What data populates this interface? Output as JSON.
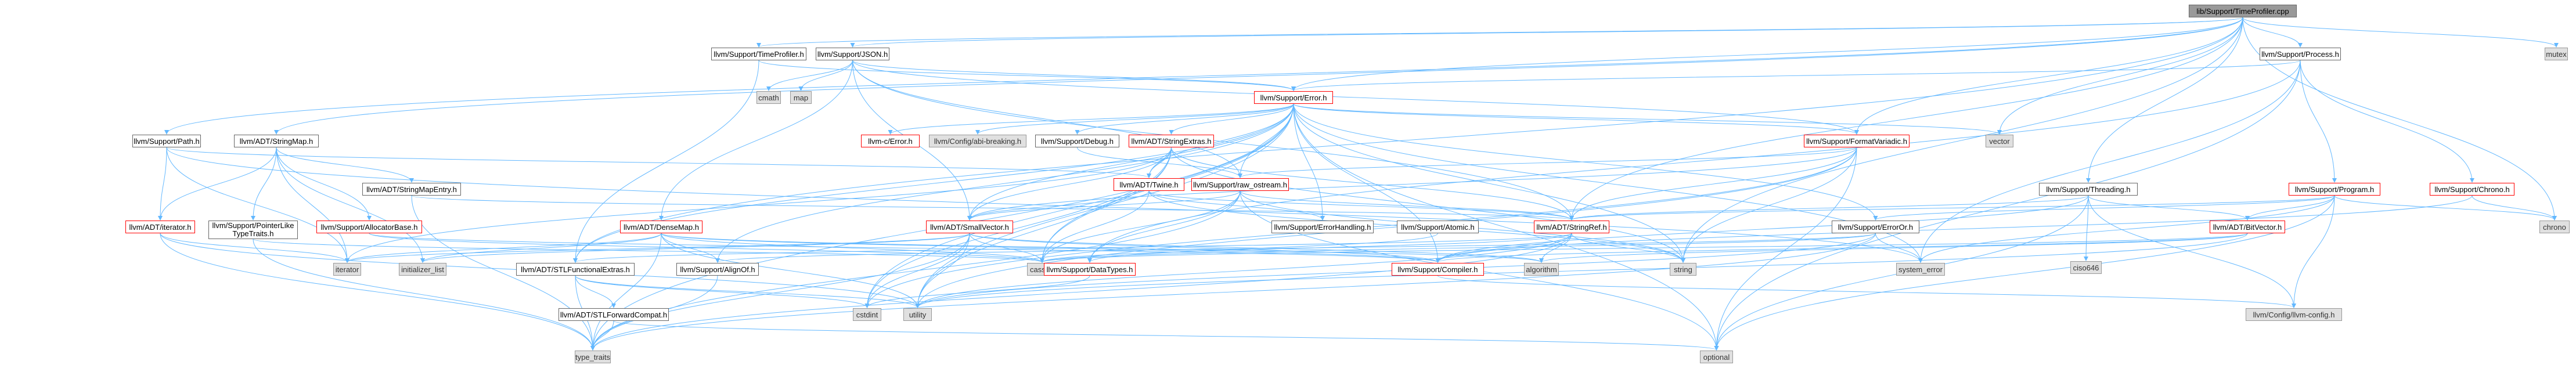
{
  "colors": {
    "edge": "#63b8ff",
    "arrow": "#63b8ff",
    "root_fill": "#999999",
    "std_fill": "#e0e0e0",
    "truncated_border": "#ff0000"
  },
  "diagram": {
    "nodes": [
      {
        "id": "root",
        "label": "lib/Support/TimeProfiler.cpp",
        "kind": "root"
      },
      {
        "id": "timeprof_h",
        "label": "llvm/Support/TimeProfiler.h",
        "kind": "plain"
      },
      {
        "id": "json",
        "label": "llvm/Support/JSON.h",
        "kind": "plain"
      },
      {
        "id": "process",
        "label": "llvm/Support/Process.h",
        "kind": "plain"
      },
      {
        "id": "mutex",
        "label": "mutex",
        "kind": "std"
      },
      {
        "id": "path",
        "label": "llvm/Support/Path.h",
        "kind": "plain"
      },
      {
        "id": "stringmap",
        "label": "llvm/ADT/StringMap.h",
        "kind": "plain"
      },
      {
        "id": "cmath",
        "label": "cmath",
        "kind": "std"
      },
      {
        "id": "map",
        "label": "map",
        "kind": "std"
      },
      {
        "id": "error",
        "label": "llvm/Support/Error.h",
        "kind": "red"
      },
      {
        "id": "vector",
        "label": "vector",
        "kind": "std"
      },
      {
        "id": "llvmc_error",
        "label": "llvm-c/Error.h",
        "kind": "red"
      },
      {
        "id": "abibreaking",
        "label": "llvm/Config/abi-breaking.h",
        "kind": "std"
      },
      {
        "id": "debug",
        "label": "llvm/Support/Debug.h",
        "kind": "plain"
      },
      {
        "id": "stringextras",
        "label": "llvm/ADT/StringExtras.h",
        "kind": "red"
      },
      {
        "id": "formatvariadic",
        "label": "llvm/Support/FormatVariadic.h",
        "kind": "red"
      },
      {
        "id": "program",
        "label": "llvm/Support/Program.h",
        "kind": "red"
      },
      {
        "id": "chrono_h",
        "label": "llvm/Support/Chrono.h",
        "kind": "red"
      },
      {
        "id": "twine",
        "label": "llvm/ADT/Twine.h",
        "kind": "red"
      },
      {
        "id": "rawostream",
        "label": "llvm/Support/raw_ostream.h",
        "kind": "red"
      },
      {
        "id": "threading",
        "label": "llvm/Support/Threading.h",
        "kind": "plain"
      },
      {
        "id": "iterator_h",
        "label": "llvm/ADT/iterator.h",
        "kind": "red"
      },
      {
        "id": "stringmapentry",
        "label": "llvm/ADT/StringMapEntry.h",
        "kind": "plain"
      },
      {
        "id": "ptrtraits",
        "label": "llvm/Support/PointerLike\nTypeTraits.h",
        "kind": "plain"
      },
      {
        "id": "allocbase",
        "label": "llvm/Support/AllocatorBase.h",
        "kind": "red"
      },
      {
        "id": "densemap",
        "label": "llvm/ADT/DenseMap.h",
        "kind": "red"
      },
      {
        "id": "smallvector",
        "label": "llvm/ADT/SmallVector.h",
        "kind": "red"
      },
      {
        "id": "errhandling",
        "label": "llvm/Support/ErrorHandling.h",
        "kind": "plain"
      },
      {
        "id": "atomic",
        "label": "llvm/Support/Atomic.h",
        "kind": "plain"
      },
      {
        "id": "stringref",
        "label": "llvm/ADT/StringRef.h",
        "kind": "red"
      },
      {
        "id": "erroror",
        "label": "llvm/Support/ErrorOr.h",
        "kind": "plain"
      },
      {
        "id": "c10646",
        "label": "ciso646",
        "kind": "std"
      },
      {
        "id": "bitvector",
        "label": "llvm/ADT/BitVector.h",
        "kind": "red"
      },
      {
        "id": "chrono",
        "label": "chrono",
        "kind": "std"
      },
      {
        "id": "iterator",
        "label": "iterator",
        "kind": "std"
      },
      {
        "id": "initlist",
        "label": "initializer_list",
        "kind": "std"
      },
      {
        "id": "stlfunc",
        "label": "llvm/ADT/STLFunctionalExtras.h",
        "kind": "plain"
      },
      {
        "id": "alignof",
        "label": "llvm/Support/AlignOf.h",
        "kind": "plain"
      },
      {
        "id": "cassert",
        "label": "cassert",
        "kind": "std"
      },
      {
        "id": "datatypes",
        "label": "llvm/Support/DataTypes.h",
        "kind": "red"
      },
      {
        "id": "compiler",
        "label": "llvm/Support/Compiler.h",
        "kind": "red"
      },
      {
        "id": "algorithm",
        "label": "algorithm",
        "kind": "std"
      },
      {
        "id": "string",
        "label": "string",
        "kind": "std"
      },
      {
        "id": "syserror",
        "label": "system_error",
        "kind": "std"
      },
      {
        "id": "stlforward",
        "label": "llvm/ADT/STLForwardCompat.h",
        "kind": "plain"
      },
      {
        "id": "cstdint",
        "label": "cstdint",
        "kind": "std"
      },
      {
        "id": "utility",
        "label": "utility",
        "kind": "std"
      },
      {
        "id": "llvmconfig",
        "label": "llvm/Config/llvm-config.h",
        "kind": "std"
      },
      {
        "id": "typetraits",
        "label": "type_traits",
        "kind": "std"
      },
      {
        "id": "optional",
        "label": "optional",
        "kind": "std"
      }
    ],
    "edges": [
      [
        "root",
        "timeprof_h"
      ],
      [
        "root",
        "json"
      ],
      [
        "root",
        "process"
      ],
      [
        "root",
        "mutex"
      ],
      [
        "root",
        "path"
      ],
      [
        "root",
        "stringmap"
      ],
      [
        "root",
        "vector"
      ],
      [
        "root",
        "chrono"
      ],
      [
        "root",
        "threading"
      ],
      [
        "root",
        "stringref"
      ],
      [
        "root",
        "stlfunc"
      ],
      [
        "root",
        "string"
      ],
      [
        "root",
        "error"
      ],
      [
        "root",
        "formatvariadic"
      ],
      [
        "timeprof_h",
        "error"
      ],
      [
        "timeprof_h",
        "stlfunc"
      ],
      [
        "json",
        "cmath"
      ],
      [
        "json",
        "map"
      ],
      [
        "json",
        "error"
      ],
      [
        "json",
        "densemap"
      ],
      [
        "json",
        "smallvector"
      ],
      [
        "json",
        "stringref"
      ],
      [
        "json",
        "formatvariadic"
      ],
      [
        "json",
        "rawostream"
      ],
      [
        "process",
        "error"
      ],
      [
        "process",
        "program"
      ],
      [
        "process",
        "chrono_h"
      ],
      [
        "process",
        "optional"
      ],
      [
        "process",
        "syserror"
      ],
      [
        "process",
        "datatypes"
      ],
      [
        "path",
        "iterator_h"
      ],
      [
        "path",
        "twine"
      ],
      [
        "path",
        "iterator"
      ],
      [
        "path",
        "syserror"
      ],
      [
        "stringmap",
        "stringmapentry"
      ],
      [
        "stringmap",
        "allocbase"
      ],
      [
        "stringmap",
        "ptrtraits"
      ],
      [
        "stringmap",
        "iterator_h"
      ],
      [
        "stringmap",
        "initlist"
      ],
      [
        "stringmap",
        "iterator"
      ],
      [
        "error",
        "llvmc_error"
      ],
      [
        "error",
        "abibreaking"
      ],
      [
        "error",
        "debug"
      ],
      [
        "error",
        "stringextras"
      ],
      [
        "error",
        "twine"
      ],
      [
        "error",
        "alignof"
      ],
      [
        "error",
        "compiler"
      ],
      [
        "error",
        "errhandling"
      ],
      [
        "error",
        "erroror"
      ],
      [
        "error",
        "formatvariadic"
      ],
      [
        "error",
        "rawostream"
      ],
      [
        "error",
        "cassert"
      ],
      [
        "error",
        "cstdint"
      ],
      [
        "error",
        "string"
      ],
      [
        "error",
        "syserror"
      ],
      [
        "error",
        "vector"
      ],
      [
        "error",
        "optional"
      ],
      [
        "error",
        "utility"
      ],
      [
        "error",
        "typetraits"
      ],
      [
        "error",
        "smallvector"
      ],
      [
        "error",
        "stlfunc"
      ],
      [
        "stringextras",
        "twine"
      ],
      [
        "stringextras",
        "smallvector"
      ],
      [
        "stringextras",
        "stringref"
      ],
      [
        "stringextras",
        "iterator"
      ],
      [
        "stringextras",
        "cassert"
      ],
      [
        "stringextras",
        "cstdint"
      ],
      [
        "stringextras",
        "string"
      ],
      [
        "stringextras",
        "utility"
      ],
      [
        "formatvariadic",
        "stringref"
      ],
      [
        "formatvariadic",
        "smallvector"
      ],
      [
        "formatvariadic",
        "rawostream"
      ],
      [
        "formatvariadic",
        "optional"
      ],
      [
        "formatvariadic",
        "string"
      ],
      [
        "formatvariadic",
        "utility"
      ],
      [
        "formatvariadic",
        "cstdint"
      ],
      [
        "program",
        "stringref"
      ],
      [
        "program",
        "bitvector"
      ],
      [
        "program",
        "erroror"
      ],
      [
        "program",
        "chrono"
      ],
      [
        "program",
        "optional"
      ],
      [
        "program",
        "syserror"
      ],
      [
        "program",
        "llvmconfig"
      ],
      [
        "chrono_h",
        "chrono"
      ],
      [
        "chrono_h",
        "compiler"
      ],
      [
        "twine",
        "smallvector"
      ],
      [
        "twine",
        "stringref"
      ],
      [
        "twine",
        "errhandling"
      ],
      [
        "twine",
        "cassert"
      ],
      [
        "twine",
        "string"
      ],
      [
        "rawostream",
        "stringref"
      ],
      [
        "rawostream",
        "smallvector"
      ],
      [
        "rawostream",
        "datatypes"
      ],
      [
        "rawostream",
        "cassert"
      ],
      [
        "rawostream",
        "string"
      ],
      [
        "rawostream",
        "optional"
      ],
      [
        "rawostream",
        "typetraits"
      ],
      [
        "threading",
        "bitvector"
      ],
      [
        "threading",
        "stringref"
      ],
      [
        "threading",
        "c10646"
      ],
      [
        "threading",
        "compiler"
      ],
      [
        "threading",
        "llvmconfig"
      ],
      [
        "threading",
        "optional"
      ],
      [
        "iterator_h",
        "iterator"
      ],
      [
        "iterator_h",
        "typetraits"
      ],
      [
        "iterator_h",
        "utility"
      ],
      [
        "stringmapentry",
        "stringref"
      ],
      [
        "stringmapentry",
        "typetraits"
      ],
      [
        "ptrtraits",
        "typetraits"
      ],
      [
        "ptrtraits",
        "cassert"
      ],
      [
        "allocbase",
        "compiler"
      ],
      [
        "allocbase",
        "cassert"
      ],
      [
        "densemap",
        "compiler"
      ],
      [
        "densemap",
        "alignof"
      ],
      [
        "densemap",
        "initlist"
      ],
      [
        "densemap",
        "iterator"
      ],
      [
        "densemap",
        "cassert"
      ],
      [
        "densemap",
        "typetraits"
      ],
      [
        "densemap",
        "utility"
      ],
      [
        "densemap",
        "algorithm"
      ],
      [
        "smallvector",
        "compiler"
      ],
      [
        "smallvector",
        "iterator"
      ],
      [
        "smallvector",
        "initlist"
      ],
      [
        "smallvector",
        "cassert"
      ],
      [
        "smallvector",
        "algorithm"
      ],
      [
        "smallvector",
        "cstdint"
      ],
      [
        "smallvector",
        "typetraits"
      ],
      [
        "smallvector",
        "utility"
      ],
      [
        "stringref",
        "stlfunc"
      ],
      [
        "stringref",
        "compiler"
      ],
      [
        "stringref",
        "algorithm"
      ],
      [
        "stringref",
        "cassert"
      ],
      [
        "stringref",
        "string"
      ],
      [
        "stringref",
        "typetraits"
      ],
      [
        "stringref",
        "utility"
      ],
      [
        "erroror",
        "alignof"
      ],
      [
        "erroror",
        "cassert"
      ],
      [
        "erroror",
        "syserror"
      ],
      [
        "erroror",
        "typetraits"
      ],
      [
        "erroror",
        "utility"
      ],
      [
        "bitvector",
        "compiler"
      ],
      [
        "bitvector",
        "algorithm"
      ],
      [
        "bitvector",
        "cassert"
      ],
      [
        "bitvector",
        "utility"
      ],
      [
        "stlfunc",
        "stlforward"
      ],
      [
        "stlfunc",
        "cstdint"
      ],
      [
        "stlfunc",
        "typetraits"
      ],
      [
        "stlfunc",
        "utility"
      ],
      [
        "alignof",
        "typetraits"
      ],
      [
        "compiler",
        "llvmconfig"
      ],
      [
        "stlforward",
        "optional"
      ],
      [
        "stlforward",
        "typetraits"
      ],
      [
        "datatypes",
        "cstdint"
      ],
      [
        "debug",
        "rawostream"
      ],
      [
        "atomic",
        "datatypes"
      ]
    ]
  }
}
